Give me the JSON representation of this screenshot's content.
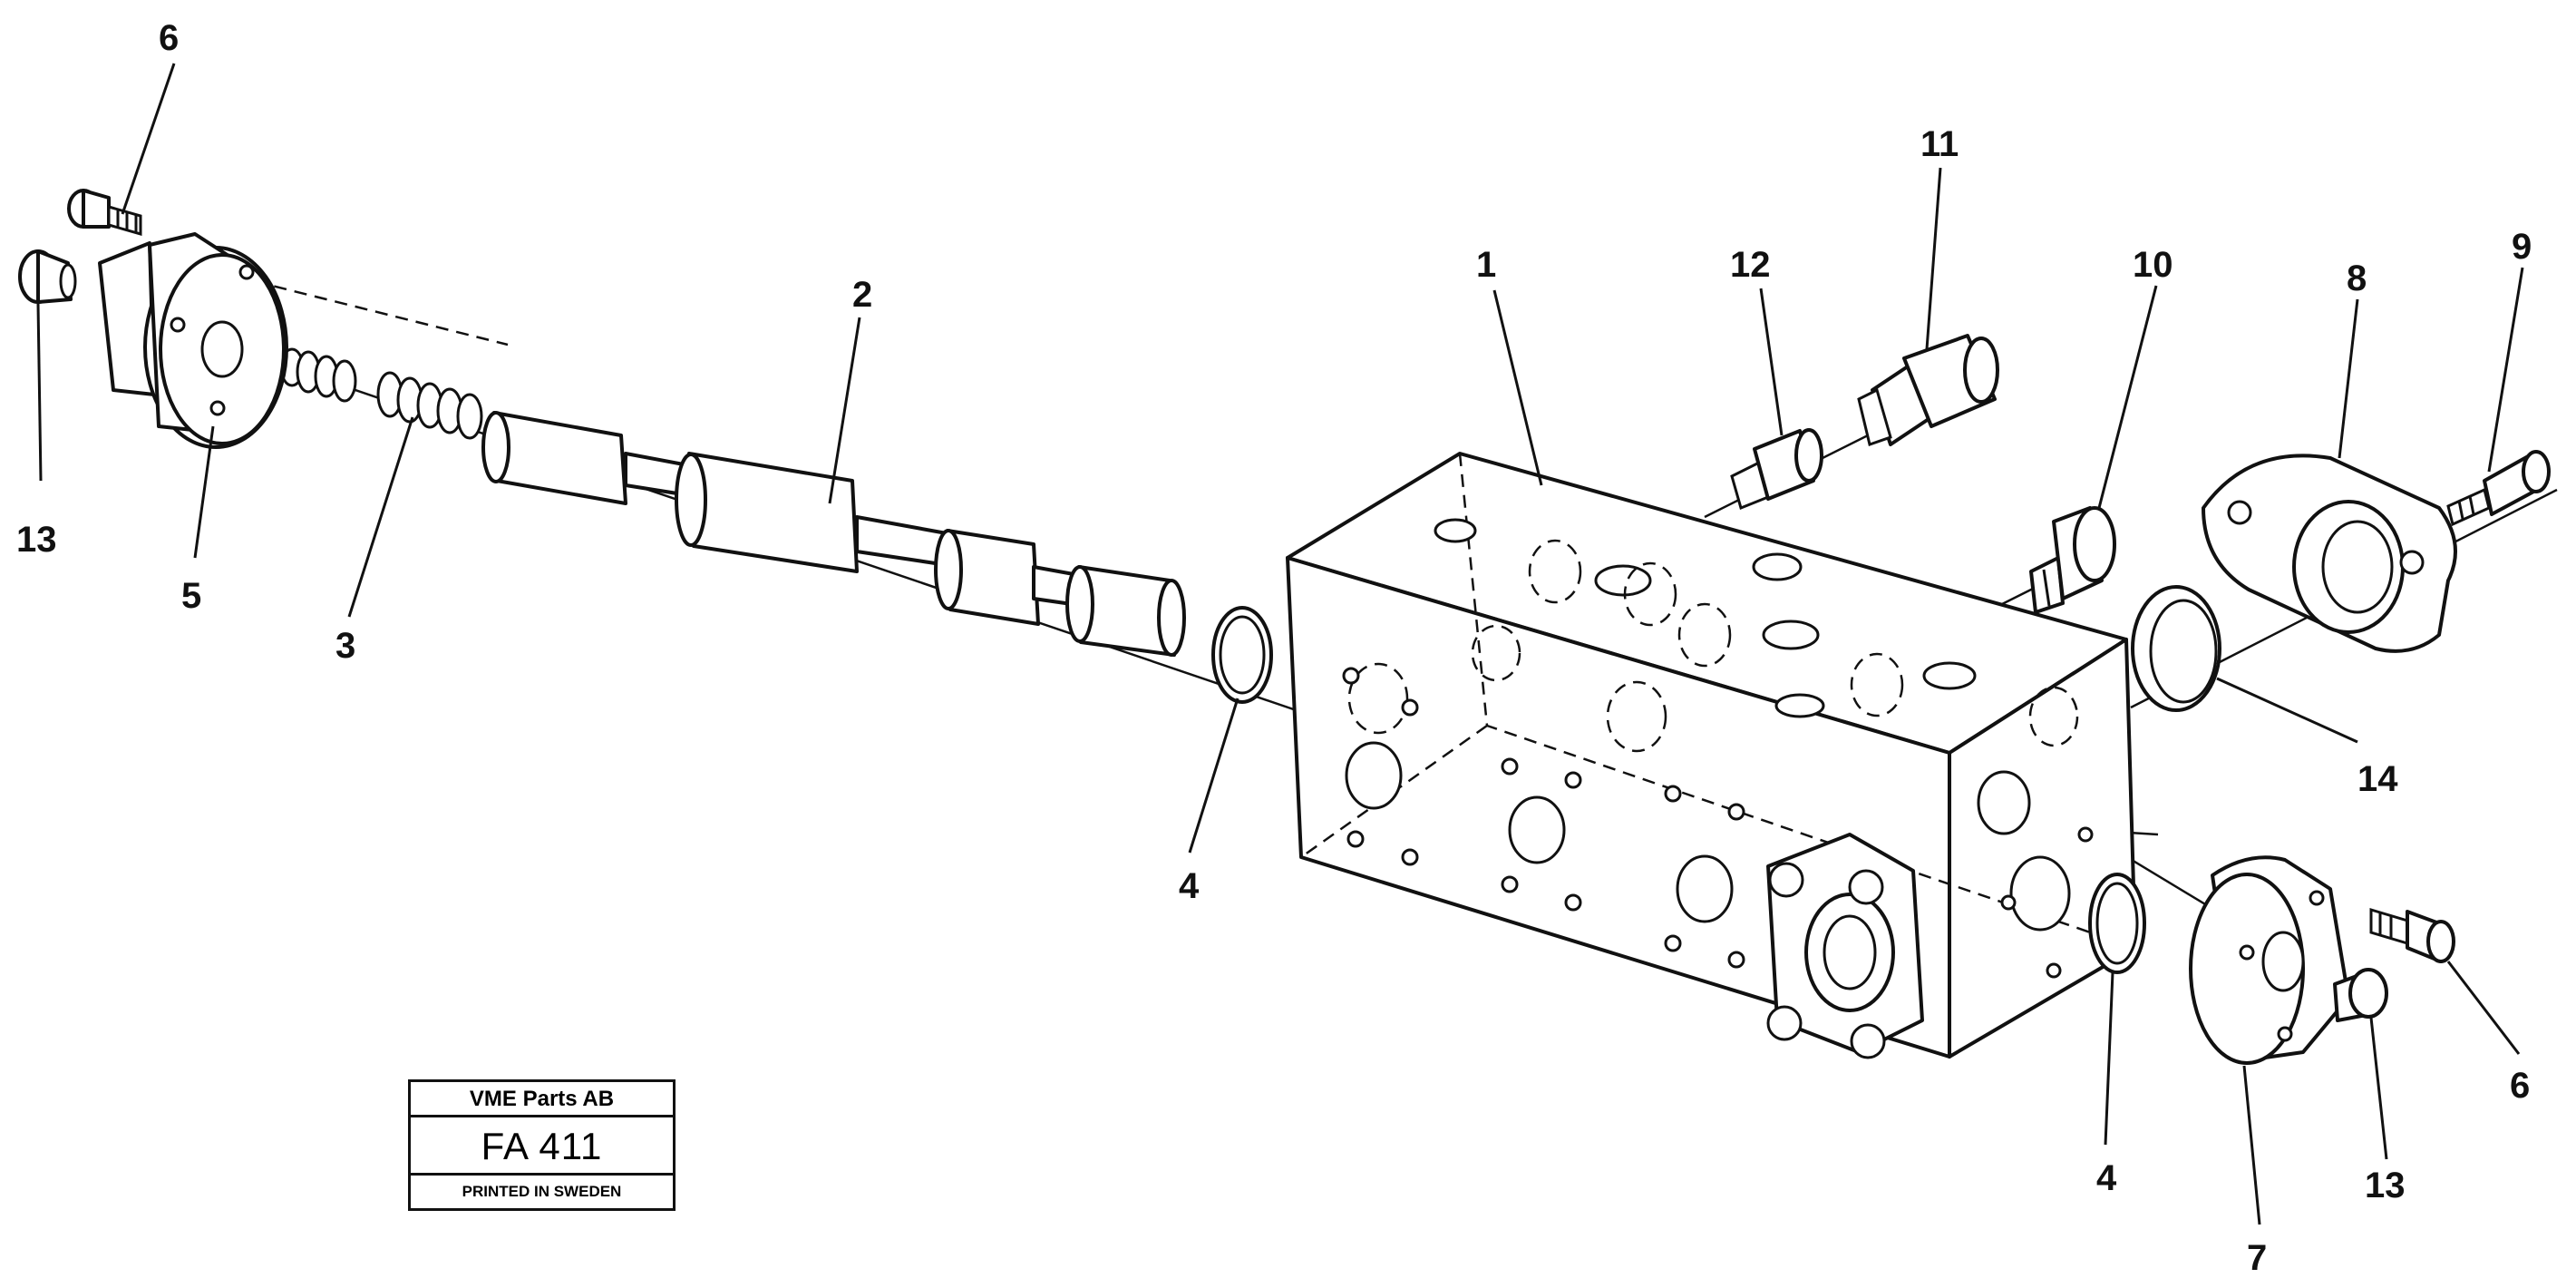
{
  "callouts": {
    "c1": "1",
    "c2": "2",
    "c3": "3",
    "c4_left": "4",
    "c4_right": "4",
    "c5": "5",
    "c6_top": "6",
    "c6_right": "6",
    "c7": "7",
    "c8": "8",
    "c9": "9",
    "c10": "10",
    "c11": "11",
    "c12": "12",
    "c13_left": "13",
    "c13_right": "13",
    "c14": "14"
  },
  "title_block": {
    "company": "VME Parts AB",
    "code": "FA 411",
    "printed": "PRINTED IN SWEDEN"
  }
}
